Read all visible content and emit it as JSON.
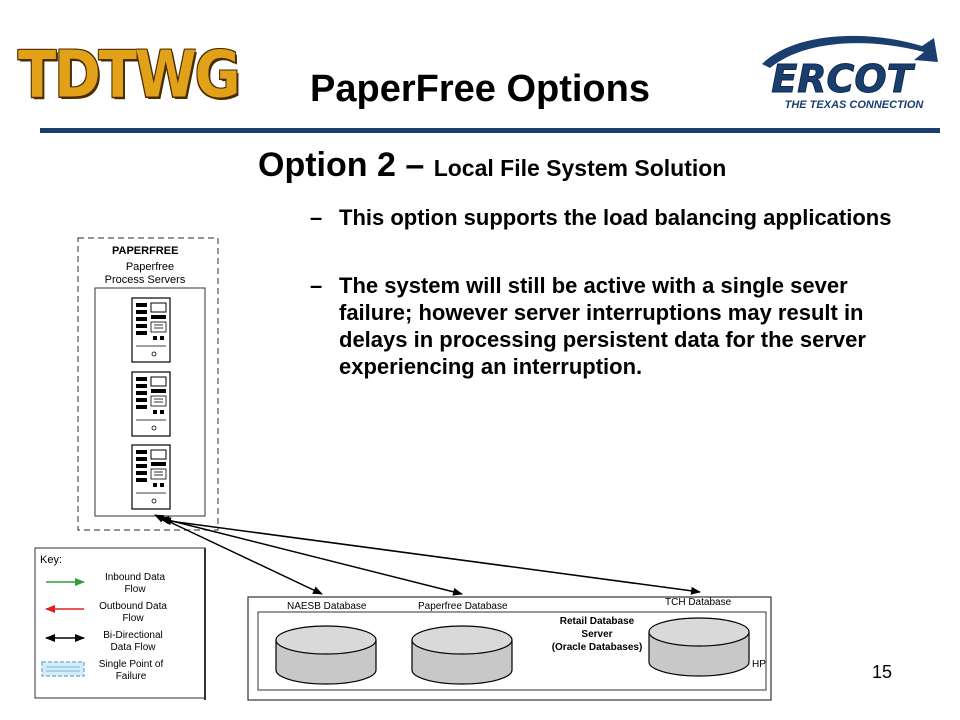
{
  "header": {
    "left_logo_text": "TDTWG",
    "title": "PaperFree Options",
    "right_logo": {
      "name": "ERCOT",
      "tagline": "THE TEXAS CONNECTION"
    }
  },
  "option": {
    "heading_main": "Option 2 – ",
    "heading_sub": "Local File System Solution",
    "bullet_marker": "–",
    "bullets": [
      "This option supports the load balancing applications",
      "The system will still be active with a single sever failure; however server interruptions may result in delays in processing persistent data for the server experiencing an interruption."
    ]
  },
  "diagram": {
    "paperfree_box": {
      "title": "PAPERFREE",
      "servers_label_1": "Paperfree",
      "servers_label_2": "Process Servers"
    },
    "databases": {
      "naesb": "NAESB Database",
      "paperfree": "Paperfree Database",
      "tch": "TCH Database",
      "retail_1": "Retail Database",
      "retail_2": "Server",
      "retail_3": "(Oracle Databases)",
      "vendor": "HP"
    },
    "key": {
      "title": "Key:",
      "inbound_1": "Inbound Data",
      "inbound_2": "Flow",
      "outbound_1": "Outbound Data",
      "outbound_2": "Flow",
      "bidir_1": "Bi-Directional",
      "bidir_2": "Data Flow",
      "spof_1": "Single Point of",
      "spof_2": "Failure"
    },
    "colors": {
      "inbound": "#2e9e3a",
      "outbound": "#e02020",
      "bidirectional": "#000000",
      "spof": "#7ab8e0",
      "accent": "#1a3f6e"
    }
  },
  "footer": {
    "page_number": "15"
  }
}
